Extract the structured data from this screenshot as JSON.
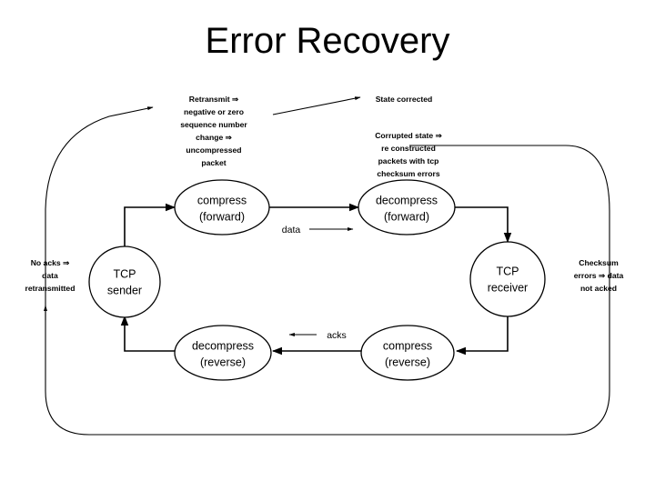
{
  "slide": {
    "title": "Error Recovery",
    "background_color": "#ffffff",
    "ink_color": "#000000"
  },
  "nodes": {
    "compress_forward": {
      "line1": "compress",
      "line2": "(forward)",
      "shape": "ellipse"
    },
    "decompress_forward": {
      "line1": "decompress",
      "line2": "(forward)",
      "shape": "ellipse"
    },
    "tcp_sender": {
      "line1": "TCP",
      "line2": "sender",
      "shape": "circle"
    },
    "tcp_receiver": {
      "line1": "TCP",
      "line2": "receiver",
      "shape": "circle"
    },
    "decompress_reverse": {
      "line1": "decompress",
      "line2": "(reverse)",
      "shape": "ellipse"
    },
    "compress_reverse": {
      "line1": "compress",
      "line2": "(reverse)",
      "shape": "ellipse"
    }
  },
  "edge_labels": {
    "data": "data",
    "acks": "acks"
  },
  "annotations": {
    "retransmit": {
      "lines": [
        "Retransmit ⇒",
        "negative or zero",
        "sequence number",
        "change ⇒",
        "uncompressed",
        "packet"
      ]
    },
    "state_corrected": {
      "lines": [
        "State corrected"
      ]
    },
    "corrupted_state": {
      "lines": [
        "Corrupted state ⇒",
        "re constructed",
        "packets with tcp",
        "checksum errors"
      ]
    },
    "no_acks": {
      "lines": [
        "No acks ⇒",
        "data",
        "retransmitted"
      ]
    },
    "checksum_errors": {
      "lines": [
        "Checksum",
        "errors ⇒ data",
        "not acked"
      ]
    }
  }
}
